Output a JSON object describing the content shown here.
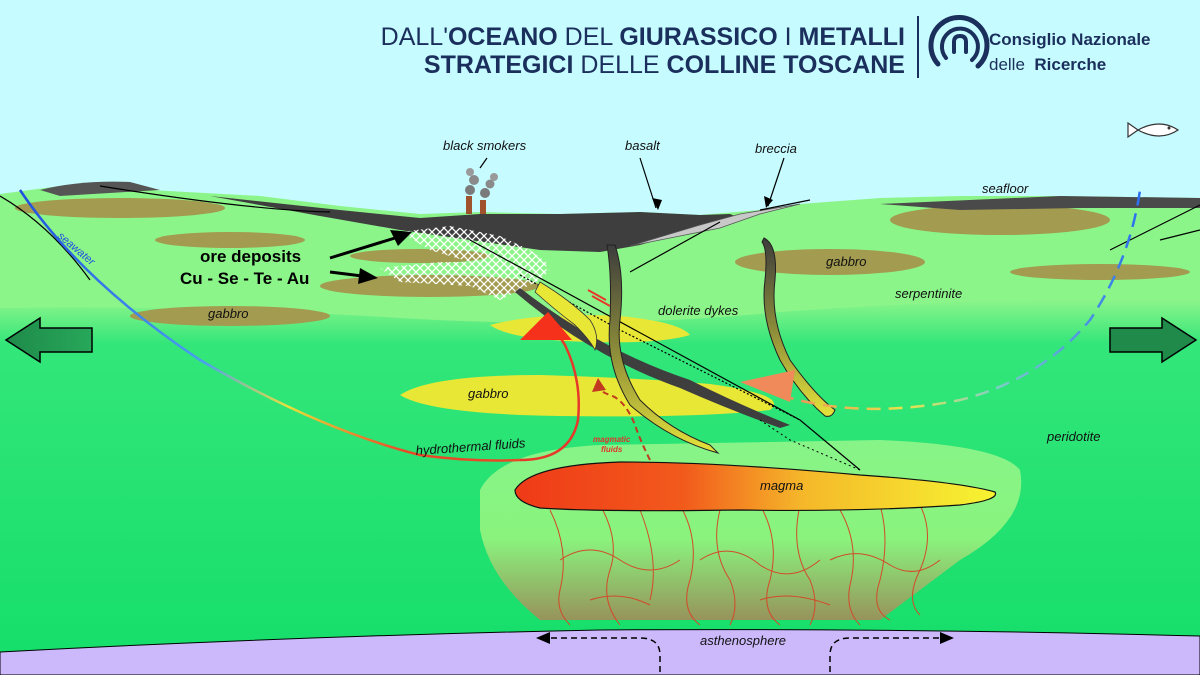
{
  "header": {
    "title_line1": [
      {
        "text": "DALL'",
        "bold": false
      },
      {
        "text": "OCEANO",
        "bold": true
      },
      {
        "text": " DEL ",
        "bold": false
      },
      {
        "text": "GIURASSICO",
        "bold": true
      },
      {
        "text": " I ",
        "bold": false
      },
      {
        "text": "METALLI",
        "bold": true
      }
    ],
    "title_line2": [
      {
        "text": "STRATEGICI",
        "bold": true
      },
      {
        "text": " DELLE ",
        "bold": false
      },
      {
        "text": "COLLINE TOSCANE",
        "bold": true
      }
    ],
    "logo_line1": "Consiglio Nazionale",
    "logo_line2_regular": "delle",
    "logo_line2_bold": "Ricerche"
  },
  "labels": {
    "black_smokers": "black smokers",
    "basalt": "basalt",
    "breccia": "breccia",
    "seafloor": "seafloor",
    "seawater": "seawater",
    "ore_deposits": "ore deposits",
    "ore_elements": "Cu - Se - Te - Au",
    "gabbro_left": "gabbro",
    "gabbro_right": "gabbro",
    "gabbro_center": "gabbro",
    "serpentinite": "serpentinite",
    "dolerite_dykes": "dolerite dykes",
    "hydrothermal_fluids": "hydrothermal fluids",
    "magmatic_fluids_1": "magmatic",
    "magmatic_fluids_2": "fluids",
    "magma": "magma",
    "peridotite": "peridotite",
    "asthenosphere": "asthenosphere"
  },
  "colors": {
    "sky": "#c6fbff",
    "crust_light": "#8cf58a",
    "mantle": "#1ee06d",
    "asthenosphere": "#cbb9fb",
    "gabbro_lens": "#a29b50",
    "gabbro_yellow": "#e9e735",
    "magma_hot": "#f1471b",
    "magma_cool": "#f4f12f",
    "basalt": "#3e3e3e",
    "arrow_green": "#1f8a4a",
    "title": "#1b2f5c",
    "red_arrow": "#f5301b"
  },
  "icons": [
    "fish-icon",
    "left-arrow-icon",
    "right-arrow-icon",
    "cnr-logo-icon"
  ]
}
